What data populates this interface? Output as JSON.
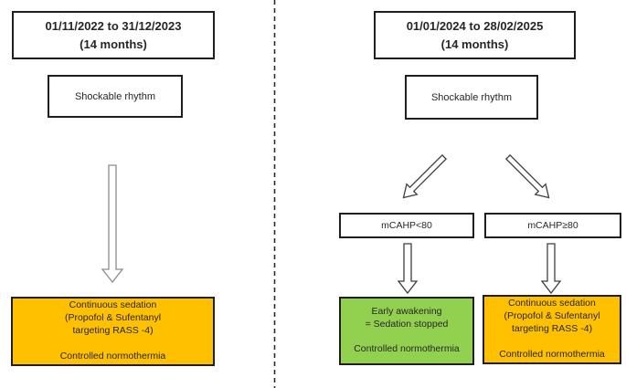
{
  "colors": {
    "orange": "#FFC000",
    "green": "#92D050",
    "box-border": "#1f1f1f",
    "text": "#262626",
    "arrow-outline": "#8c8c8c",
    "arrow-outline-dark": "#3f3f3f",
    "divider": "#2b2b2b"
  },
  "left_phase": {
    "period": [
      "01/11/2022 to 31/12/2023",
      "(14 months)"
    ],
    "rhythm": "Shockable rhythm",
    "outcome": [
      "Continuous sedation",
      "(Propofol & Sufentanyl",
      "targeting RASS -4)",
      "",
      "Controlled normothermia"
    ]
  },
  "right_phase": {
    "period": [
      "01/01/2024 to 28/02/2025",
      "(14 months)"
    ],
    "rhythm": "Shockable rhythm",
    "branch_low": "mCAHP<80",
    "branch_high": "mCAHP≥80",
    "outcome_low": [
      "Early awakening",
      "= Sedation stopped",
      "",
      "Controlled normothermia"
    ],
    "outcome_high": [
      "Continuous sedation",
      "(Propofol & Sufentanyl",
      "targeting RASS -4)",
      "",
      "Controlled normothermia"
    ]
  }
}
